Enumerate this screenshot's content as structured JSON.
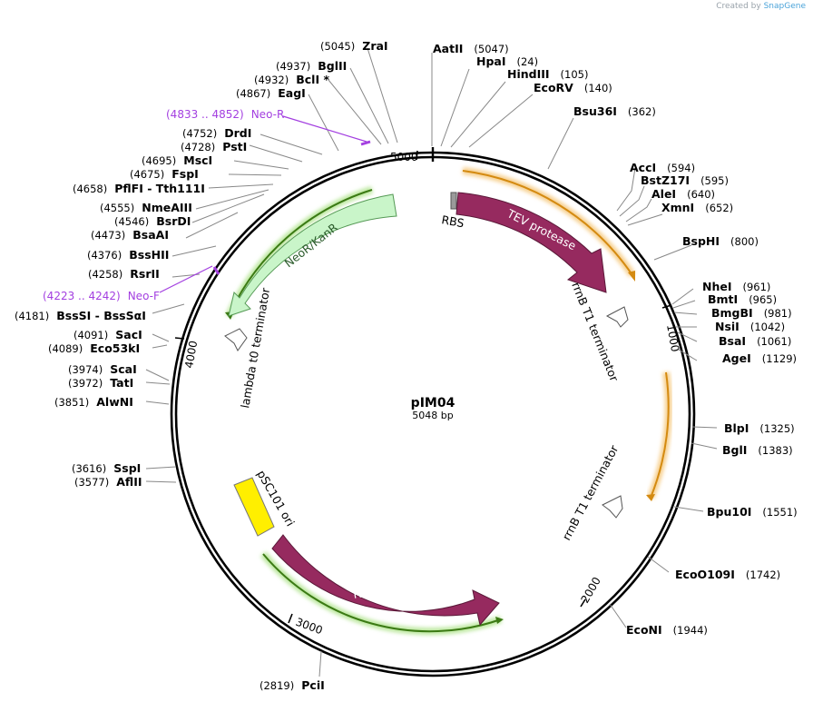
{
  "brand": {
    "prefix": "Created by",
    "name": "SnapGene"
  },
  "plasmid": {
    "name": "pIM04",
    "length": "5048 bp"
  },
  "ticks": [
    "1000",
    "2000",
    "3000",
    "4000",
    "5000"
  ],
  "sites": [
    {
      "name": "AatII",
      "pos": "(5047)"
    },
    {
      "name": "HpaI",
      "pos": "(24)"
    },
    {
      "name": "HindIII",
      "pos": "(105)"
    },
    {
      "name": "EcoRV",
      "pos": "(140)"
    },
    {
      "name": "Bsu36I",
      "pos": "(362)"
    },
    {
      "name": "AccI",
      "pos": "(594)"
    },
    {
      "name": "BstZ17I",
      "pos": "(595)"
    },
    {
      "name": "AleI",
      "pos": "(640)"
    },
    {
      "name": "XmnI",
      "pos": "(652)"
    },
    {
      "name": "BspHI",
      "pos": "(800)"
    },
    {
      "name": "NheI",
      "pos": "(961)"
    },
    {
      "name": "BmtI",
      "pos": "(965)"
    },
    {
      "name": "BmgBI",
      "pos": "(981)"
    },
    {
      "name": "NsiI",
      "pos": "(1042)"
    },
    {
      "name": "BsaI",
      "pos": "(1061)"
    },
    {
      "name": "AgeI",
      "pos": "(1129)"
    },
    {
      "name": "BlpI",
      "pos": "(1325)"
    },
    {
      "name": "BglI",
      "pos": "(1383)"
    },
    {
      "name": "Bpu10I",
      "pos": "(1551)"
    },
    {
      "name": "EcoO109I",
      "pos": "(1742)"
    },
    {
      "name": "EcoNI",
      "pos": "(1944)"
    },
    {
      "name": "PciI",
      "pos": "(2819)"
    },
    {
      "name": "AflII",
      "pos": "(3577)"
    },
    {
      "name": "SspI",
      "pos": "(3616)"
    },
    {
      "name": "AlwNI",
      "pos": "(3851)"
    },
    {
      "name": "TatI",
      "pos": "(3972)"
    },
    {
      "name": "ScaI",
      "pos": "(3974)"
    },
    {
      "name": "Eco53kI",
      "pos": "(4089)"
    },
    {
      "name": "SacI",
      "pos": "(4091)"
    },
    {
      "name": "BssSI - BssSαI",
      "pos": "(4181)"
    },
    {
      "name": "RsrII",
      "pos": "(4258)"
    },
    {
      "name": "BssHII",
      "pos": "(4376)"
    },
    {
      "name": "BsaAI",
      "pos": "(4473)"
    },
    {
      "name": "BsrDI",
      "pos": "(4546)"
    },
    {
      "name": "NmeAIII",
      "pos": "(4555)"
    },
    {
      "name": "PflFI - Tth111I",
      "pos": "(4658)"
    },
    {
      "name": "FspI",
      "pos": "(4675)"
    },
    {
      "name": "MscI",
      "pos": "(4695)"
    },
    {
      "name": "PstI",
      "pos": "(4728)"
    },
    {
      "name": "DrdI",
      "pos": "(4752)"
    },
    {
      "name": "EagI",
      "pos": "(4867)"
    },
    {
      "name": "BclI *",
      "pos": "(4932)"
    },
    {
      "name": "BglII",
      "pos": "(4937)"
    },
    {
      "name": "ZraI",
      "pos": "(5045)"
    }
  ],
  "primers": [
    {
      "range": "(4833 .. 4852)",
      "name": "Neo-R"
    },
    {
      "range": "(4223 .. 4242)",
      "name": "Neo-F"
    }
  ],
  "features": {
    "tev": "TEV protease",
    "rbs": "RBS",
    "term1": "rrnB T1 terminator",
    "term2": "rrnB T1 terminator",
    "rep101": "Rep101",
    "psc101": "pSC101 ori",
    "neo": "NeoR/KanR",
    "lambda": "lambda t0 terminator"
  },
  "colors": {
    "cds": "#962a5f",
    "neo": "#c9f5c9",
    "ori": "#ffef00",
    "terminator": "#ffffff",
    "orf_orange": "#e8a020",
    "orf_green": "#5aa028",
    "primer": "#a33fe0",
    "backbone": "#000000"
  }
}
